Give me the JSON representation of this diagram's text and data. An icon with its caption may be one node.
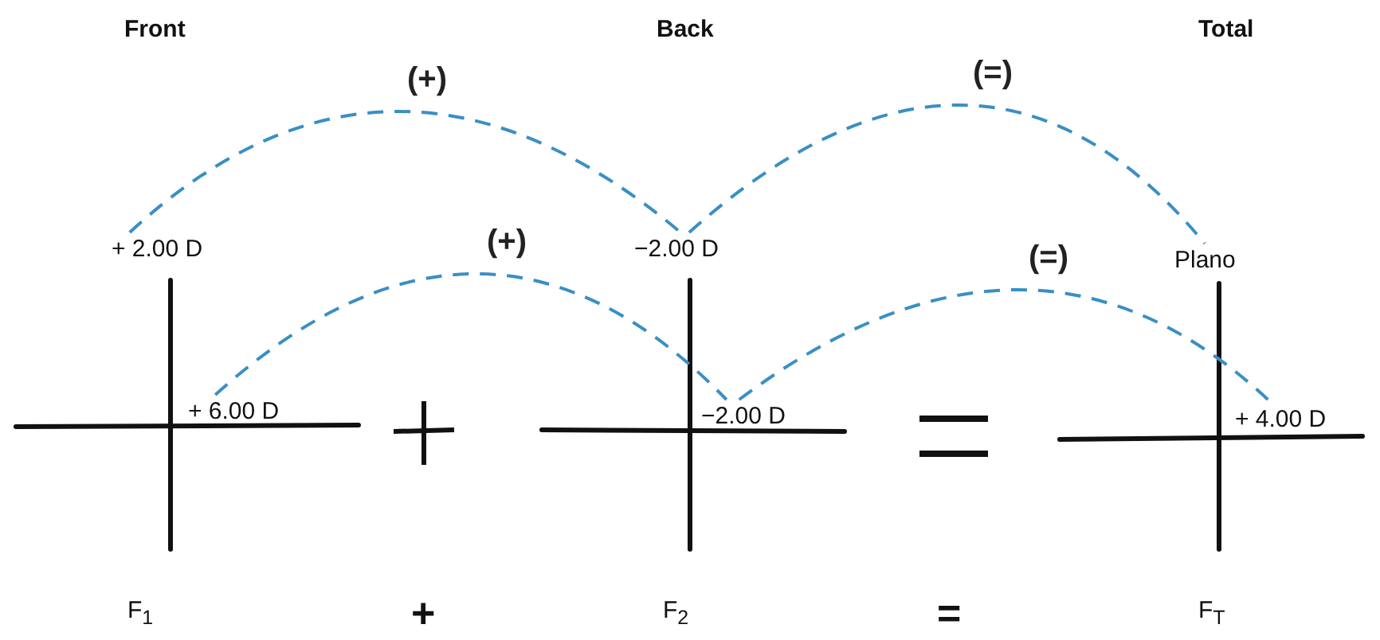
{
  "diagram": {
    "nodes": [
      {
        "text": [
          "+ 2.00 D"
        ]
      },
      {
        "text": [
          "−2.00 D"
        ]
      },
      {
        "text": [
          "Plano"
        ]
      },
      {
        "text": [
          "+ 6.00 D"
        ]
      },
      {
        "text": [
          "−2.00 D"
        ]
      },
      {
        "text": [
          "+ 4.00 D"
        ]
      }
    ],
    "edges": [
      {
        "from": 0,
        "to": 1,
        "arrow": "none",
        "label": "(+)",
        "style": "dashed"
      },
      {
        "from": 1,
        "to": 2,
        "arrow": "none",
        "label": "(=)",
        "style": "dashed"
      },
      {
        "from": 3,
        "to": 4,
        "arrow": "none",
        "label": "(+)",
        "style": "dashed"
      },
      {
        "from": 4,
        "to": 5,
        "arrow": "none",
        "label": "(=)",
        "style": "dashed"
      }
    ],
    "labels": [
      "Front",
      "Back",
      "Total",
      "F$_{1}$",
      "+",
      "F$_{2}$",
      "=",
      "F$_{T}$"
    ]
  }
}
